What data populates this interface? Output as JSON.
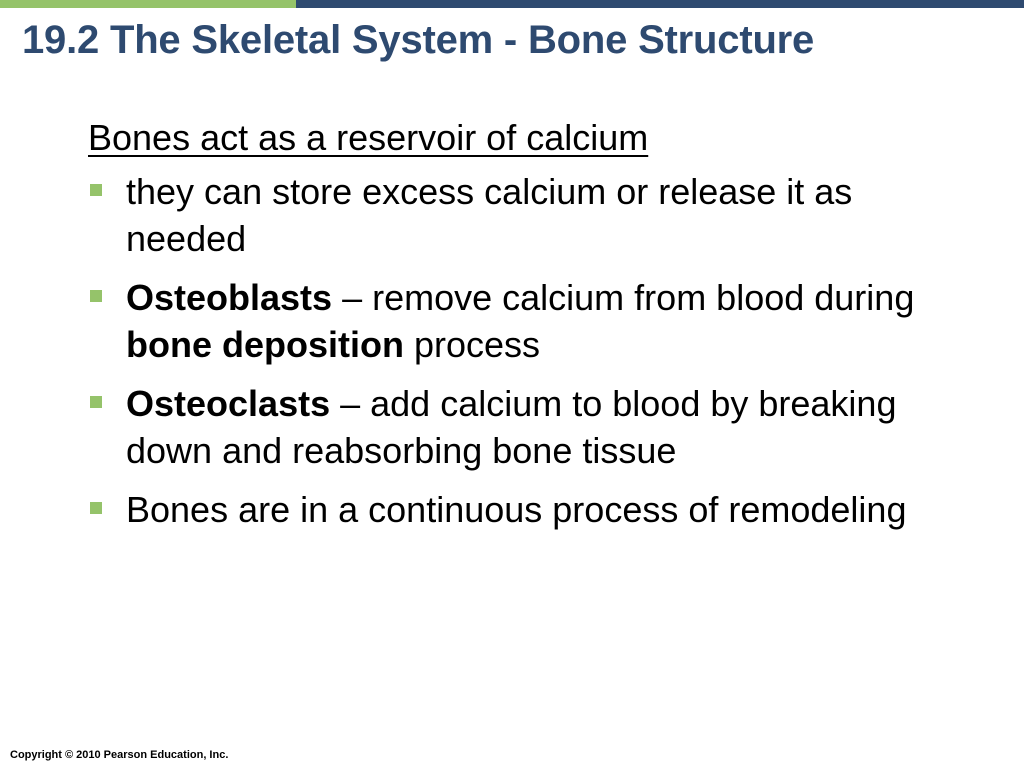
{
  "colors": {
    "accent_green": "#95c36a",
    "accent_navy": "#2e4a70",
    "title": "#2e4a70",
    "bullet": "#95c36a",
    "text": "#000000"
  },
  "slide": {
    "title": "19.2 The Skeletal System - Bone Structure",
    "lead": "Bones act as a reservoir of calcium",
    "bullets": [
      {
        "icon": "square-bullet-icon",
        "segments": [
          {
            "text": "they can store excess calcium or release it as needed",
            "bold": false
          }
        ]
      },
      {
        "icon": "square-bullet-icon",
        "segments": [
          {
            "text": "Osteoblasts",
            "bold": true
          },
          {
            "text": " – remove calcium from blood during ",
            "bold": false
          },
          {
            "text": "bone deposition",
            "bold": true
          },
          {
            "text": " process",
            "bold": false
          }
        ]
      },
      {
        "icon": "square-bullet-icon",
        "segments": [
          {
            "text": "Osteoclasts",
            "bold": true
          },
          {
            "text": " – add calcium to blood by breaking down and reabsorbing bone tissue",
            "bold": false
          }
        ]
      },
      {
        "icon": "square-bullet-icon",
        "segments": [
          {
            "text": "Bones are in a continuous process of remodeling",
            "bold": false
          }
        ]
      }
    ]
  },
  "footer": {
    "copyright": "Copyright © 2010 Pearson Education, Inc."
  }
}
